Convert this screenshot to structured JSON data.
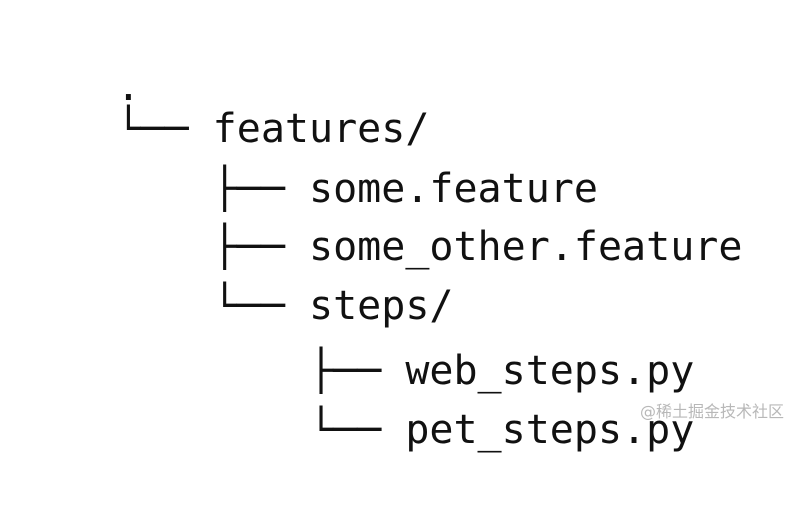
{
  "tree": {
    "root": {
      "prefix": ".",
      "label": ""
    },
    "items": [
      {
        "prefix": "└── ",
        "label": "features/"
      },
      {
        "prefix": "    ├── ",
        "label": "some.feature"
      },
      {
        "prefix": "    ├── ",
        "label": "some_other.feature"
      },
      {
        "prefix": "    └── ",
        "label": "steps/"
      },
      {
        "prefix": "        ├── ",
        "label": "web_steps.py"
      },
      {
        "prefix": "        └── ",
        "label": "pet_steps.py"
      }
    ]
  },
  "watermark": "@稀土掘金技术社区"
}
